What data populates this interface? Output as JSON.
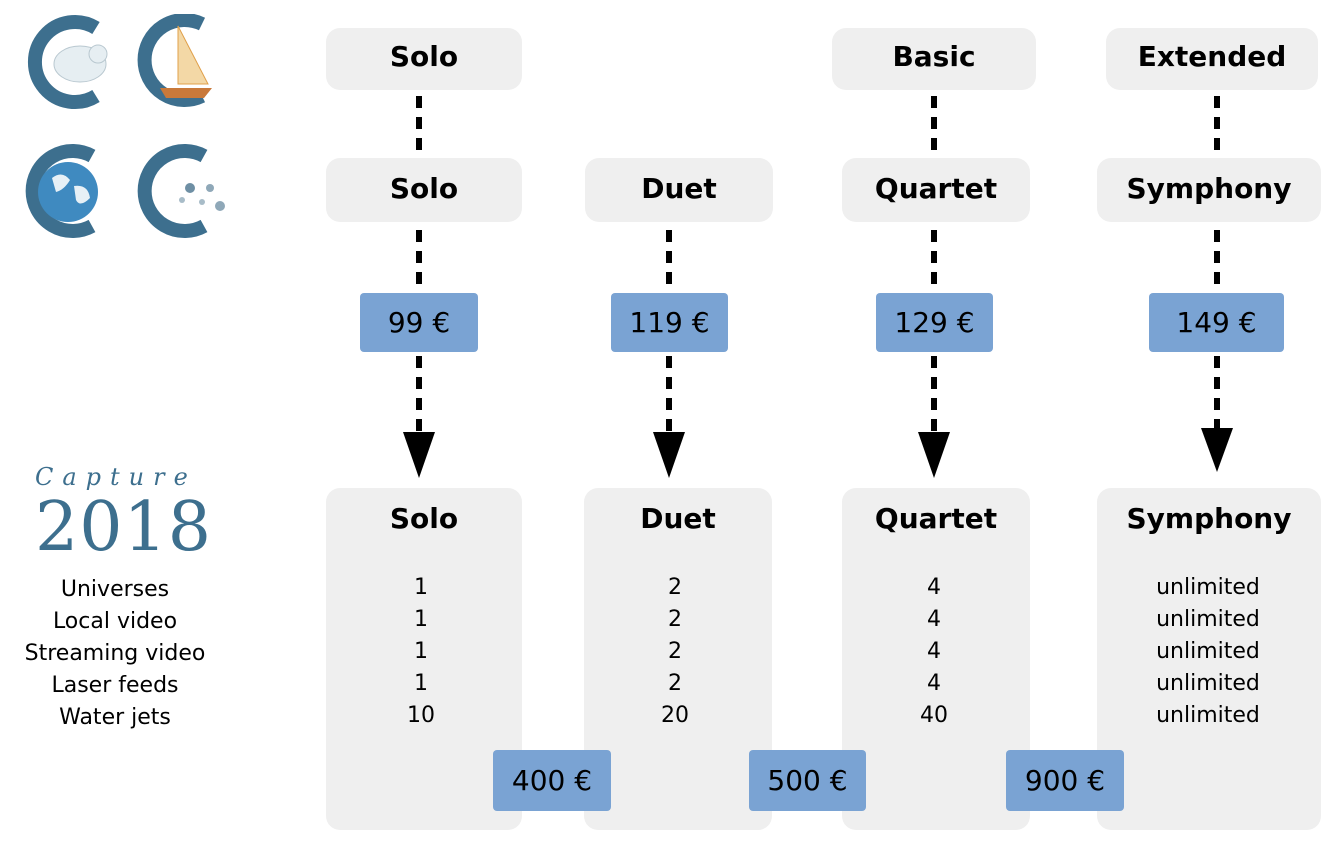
{
  "top_row": [
    {
      "label": "Solo"
    },
    {
      "label": "Basic"
    },
    {
      "label": "Extended"
    }
  ],
  "mid_row": [
    {
      "label": "Solo"
    },
    {
      "label": "Duet"
    },
    {
      "label": "Quartet"
    },
    {
      "label": "Symphony"
    }
  ],
  "prices": [
    "99 €",
    "119 €",
    "129 €",
    "149 €"
  ],
  "product": {
    "word": "Capture",
    "year": "2018"
  },
  "features": [
    "Universes",
    "Local video",
    "Streaming video",
    "Laser feeds",
    "Water jets"
  ],
  "editions": [
    {
      "label": "Solo",
      "values": [
        "1",
        "1",
        "1",
        "1",
        "10"
      ]
    },
    {
      "label": "Duet",
      "values": [
        "2",
        "2",
        "2",
        "2",
        "20"
      ]
    },
    {
      "label": "Quartet",
      "values": [
        "4",
        "4",
        "4",
        "4",
        "40"
      ]
    },
    {
      "label": "Symphony",
      "values": [
        "unlimited",
        "unlimited",
        "unlimited",
        "unlimited",
        "unlimited"
      ]
    }
  ],
  "upgrade_prices": [
    "400 €",
    "500 €",
    "900 €"
  ],
  "colors": {
    "accent": "#7aa3d3",
    "box": "#efefef",
    "logo": "#3d6f8e"
  }
}
